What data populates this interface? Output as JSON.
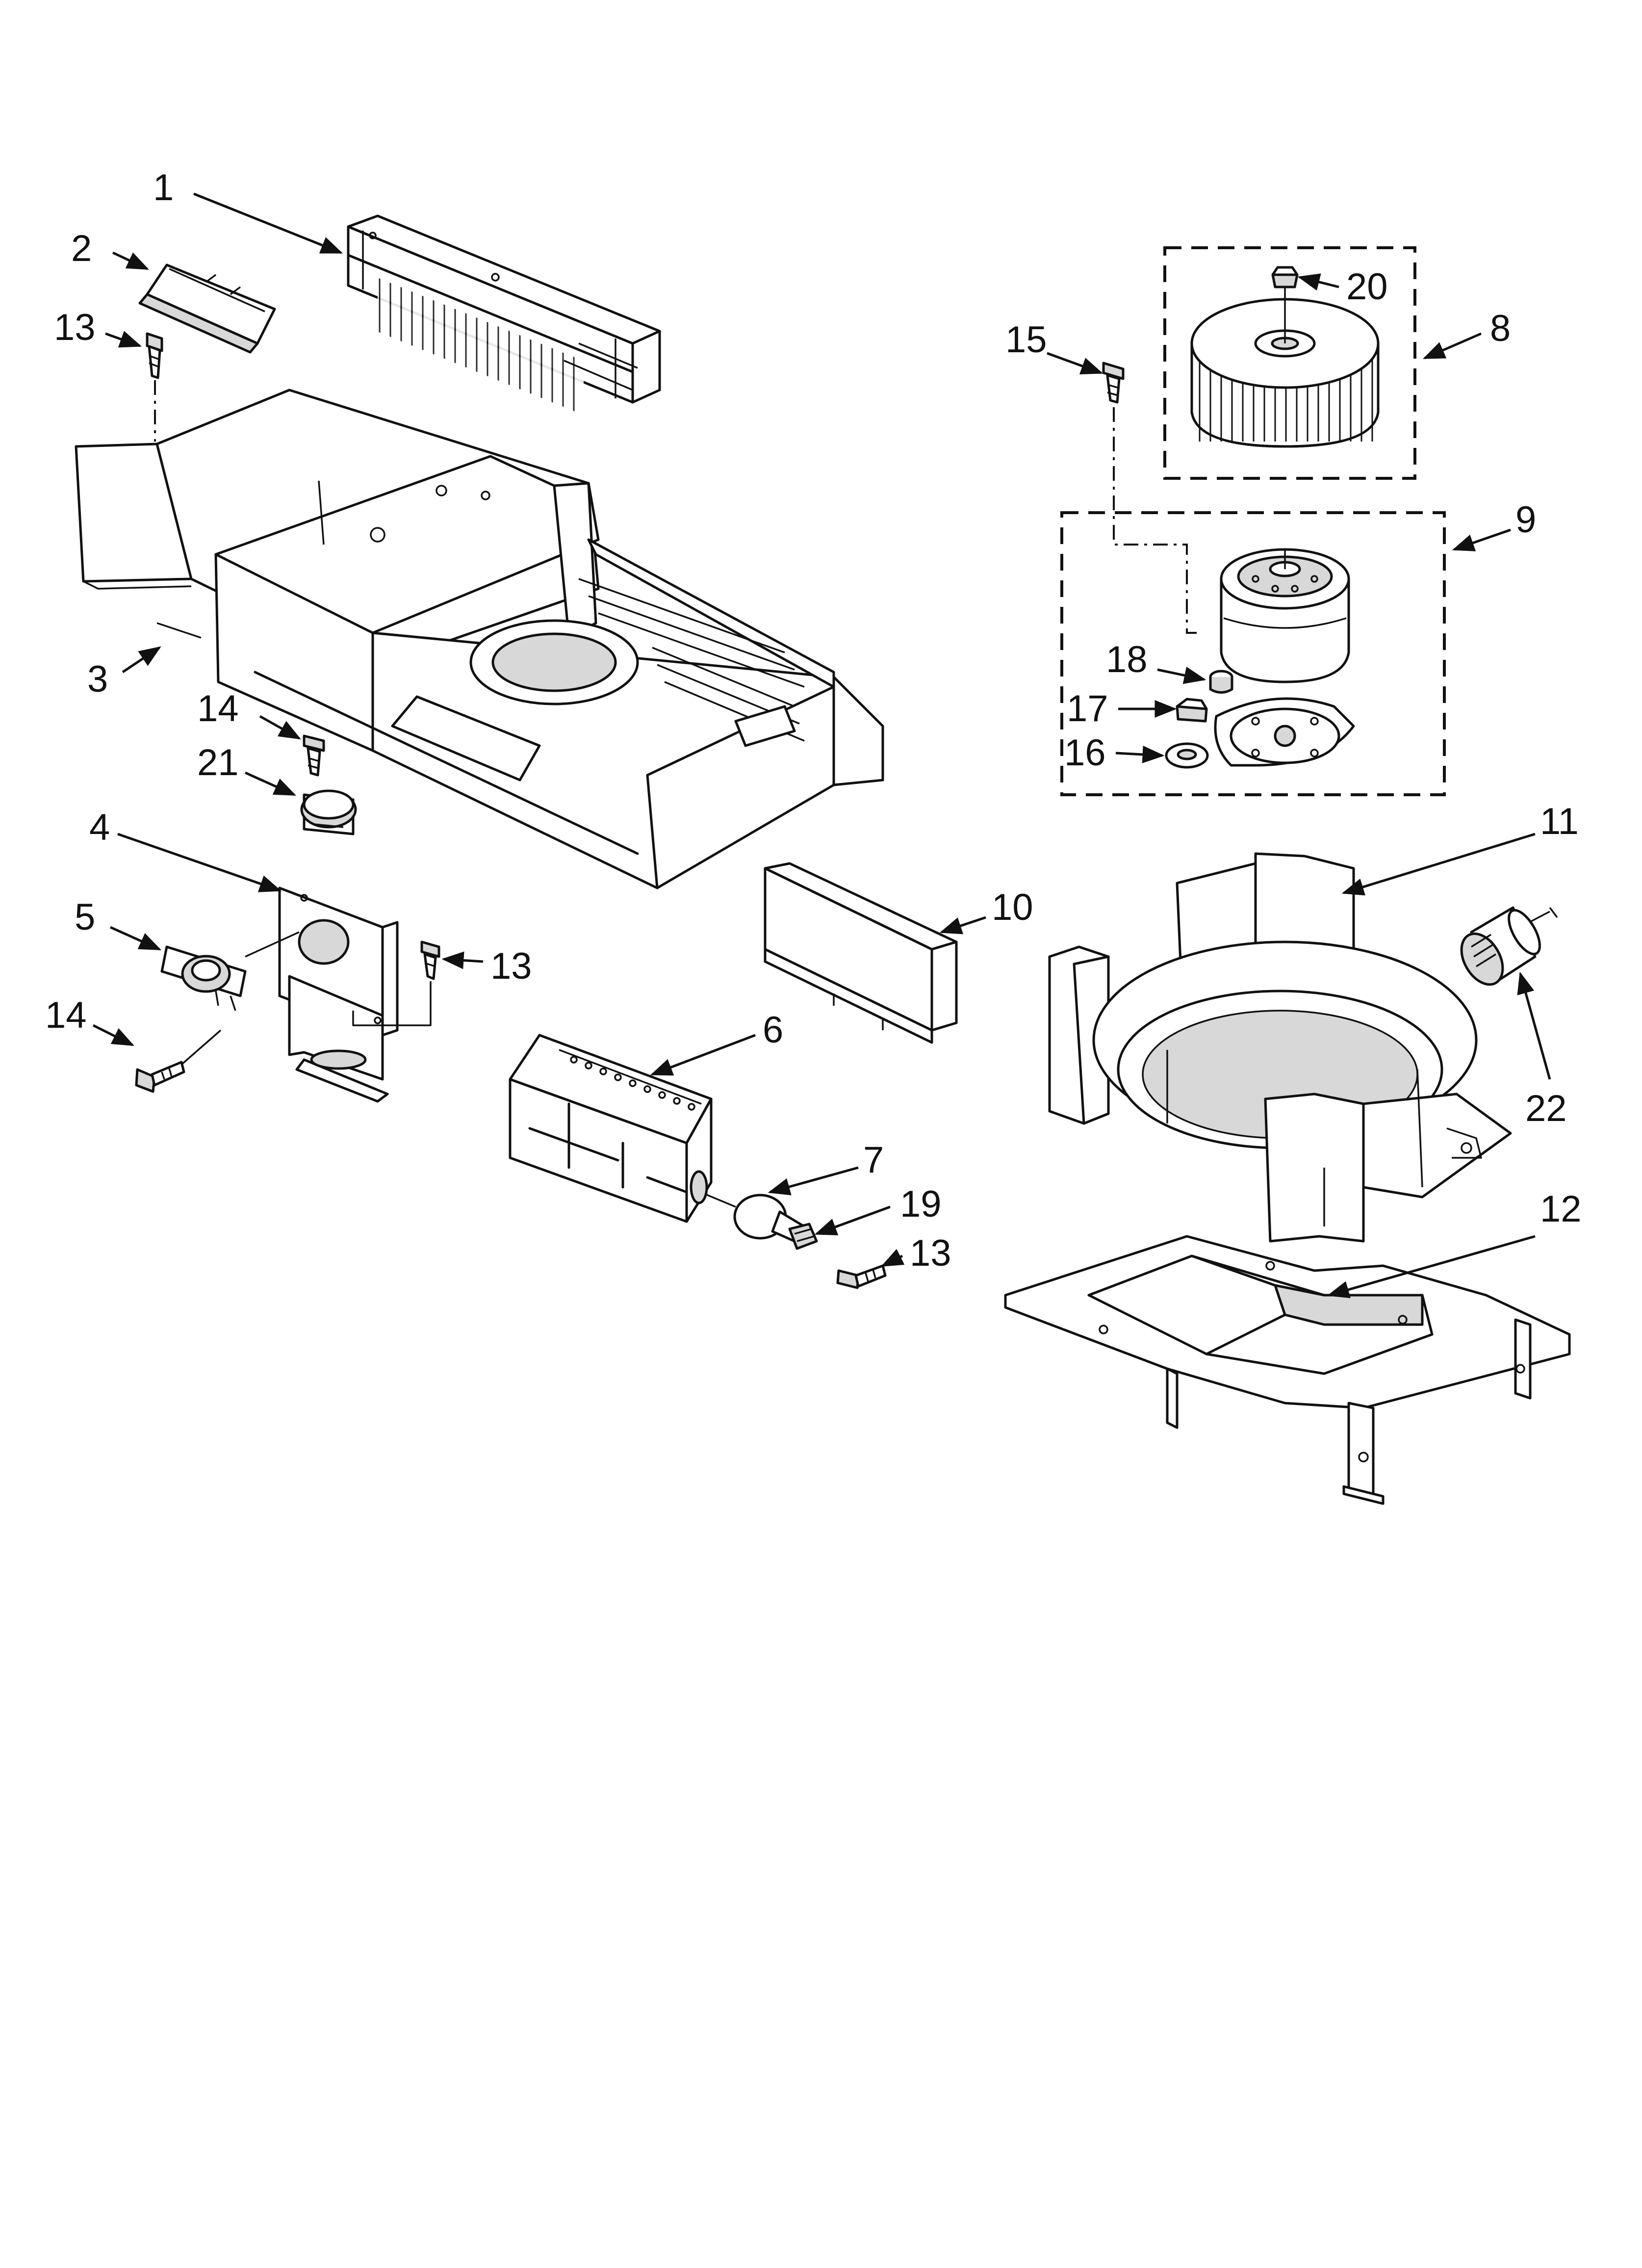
{
  "callouts": {
    "c1": "1",
    "c2": "2",
    "c3": "3",
    "c4": "4",
    "c5": "5",
    "c6": "6",
    "c7": "7",
    "c8": "8",
    "c9": "9",
    "c10": "10",
    "c11": "11",
    "c12": "12",
    "c13a": "13",
    "c13b": "13",
    "c13c": "13",
    "c14a": "14",
    "c14b": "14",
    "c15": "15",
    "c16": "16",
    "c17": "17",
    "c18": "18",
    "c19": "19",
    "c20": "20",
    "c21": "21",
    "c22": "22"
  }
}
